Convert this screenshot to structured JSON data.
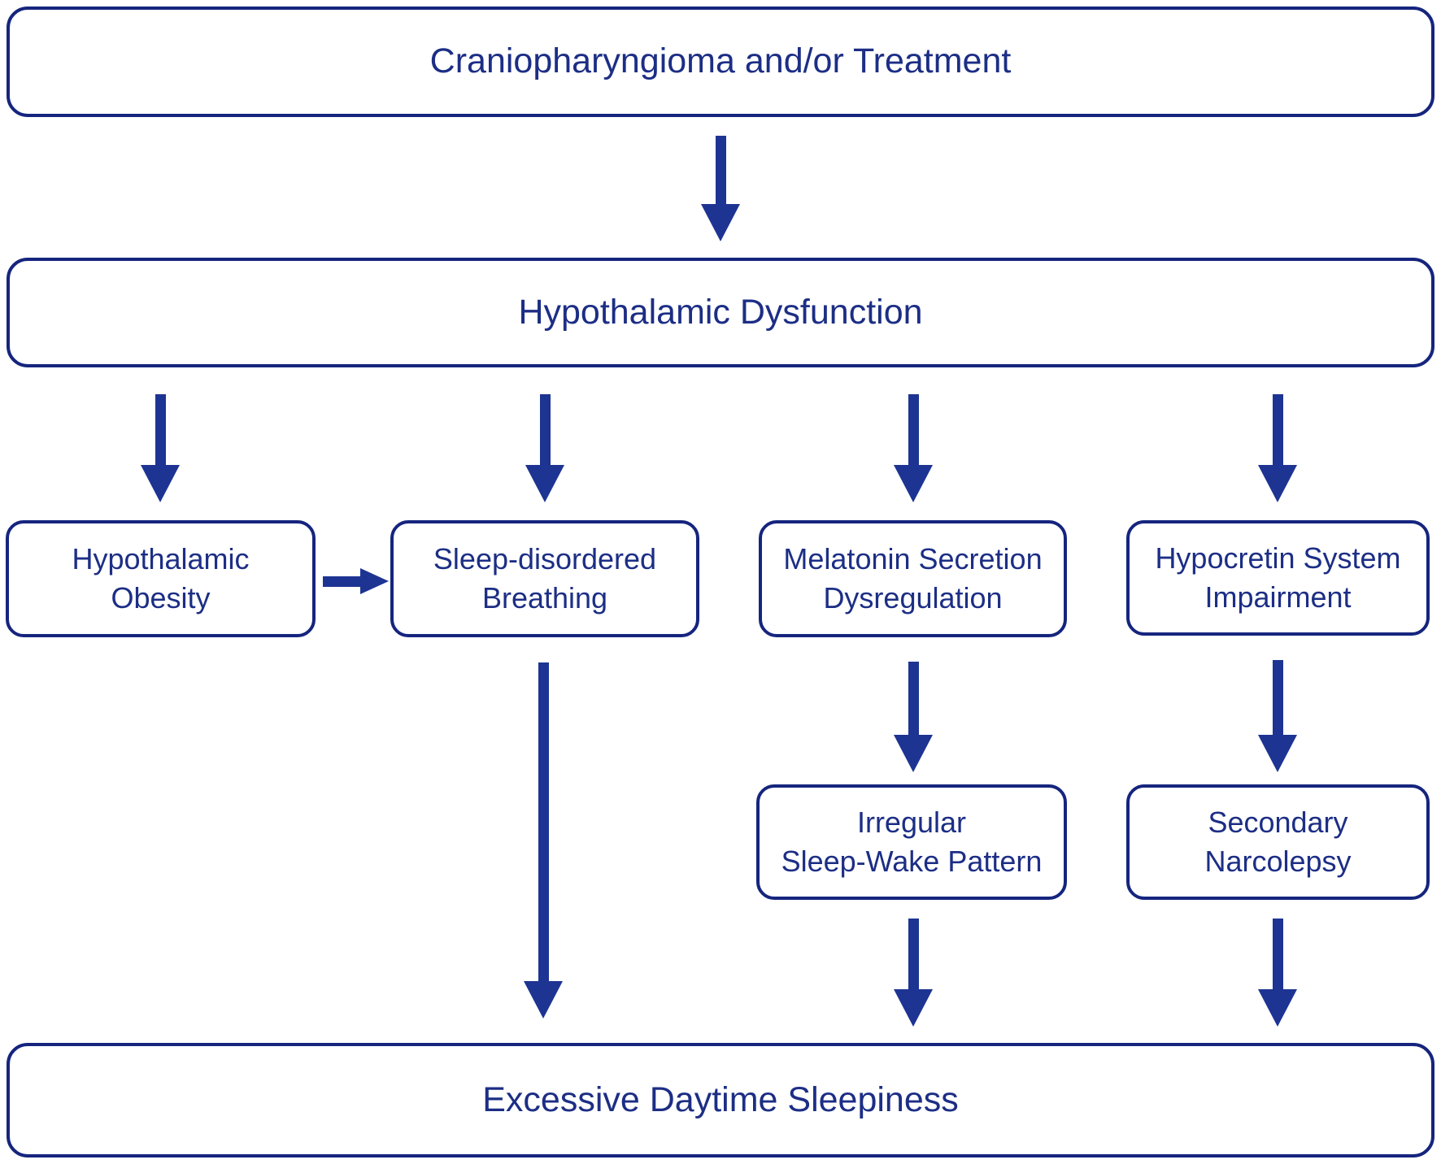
{
  "diagram": {
    "type": "flowchart",
    "topic": "Pathways from craniopharyngioma to excessive daytime sleepiness"
  },
  "colors": {
    "outline": "#15257e",
    "text": "#1c2e85",
    "arrow": "#1d3493",
    "background": "#ffffff"
  },
  "nodes": {
    "craniopharyngioma": {
      "lines": [
        "Craniopharyngioma and/or Treatment"
      ]
    },
    "hypothalamic_dysfunction": {
      "lines": [
        "Hypothalamic Dysfunction"
      ]
    },
    "hypothalamic_obesity": {
      "lines": [
        "Hypothalamic",
        "Obesity"
      ]
    },
    "sleep_disordered_breathing": {
      "lines": [
        "Sleep-disordered",
        "Breathing"
      ]
    },
    "melatonin_secretion_dysregulation": {
      "lines": [
        "Melatonin Secretion",
        "Dysregulation"
      ]
    },
    "hypocretin_system_impairment": {
      "lines": [
        "Hypocretin System",
        "Impairment"
      ]
    },
    "irregular_sleep_wake_pattern": {
      "lines": [
        "Irregular",
        "Sleep-Wake Pattern"
      ]
    },
    "secondary_narcolepsy": {
      "lines": [
        "Secondary",
        "Narcolepsy"
      ]
    },
    "excessive_daytime_sleepiness": {
      "lines": [
        "Excessive Daytime Sleepiness"
      ]
    }
  },
  "edges": [
    {
      "from": "craniopharyngioma",
      "to": "hypothalamic_dysfunction"
    },
    {
      "from": "hypothalamic_dysfunction",
      "to": "hypothalamic_obesity"
    },
    {
      "from": "hypothalamic_dysfunction",
      "to": "sleep_disordered_breathing"
    },
    {
      "from": "hypothalamic_dysfunction",
      "to": "melatonin_secretion_dysregulation"
    },
    {
      "from": "hypothalamic_dysfunction",
      "to": "hypocretin_system_impairment"
    },
    {
      "from": "hypothalamic_obesity",
      "to": "sleep_disordered_breathing"
    },
    {
      "from": "sleep_disordered_breathing",
      "to": "excessive_daytime_sleepiness"
    },
    {
      "from": "melatonin_secretion_dysregulation",
      "to": "irregular_sleep_wake_pattern"
    },
    {
      "from": "hypocretin_system_impairment",
      "to": "secondary_narcolepsy"
    },
    {
      "from": "irregular_sleep_wake_pattern",
      "to": "excessive_daytime_sleepiness"
    },
    {
      "from": "secondary_narcolepsy",
      "to": "excessive_daytime_sleepiness"
    }
  ]
}
